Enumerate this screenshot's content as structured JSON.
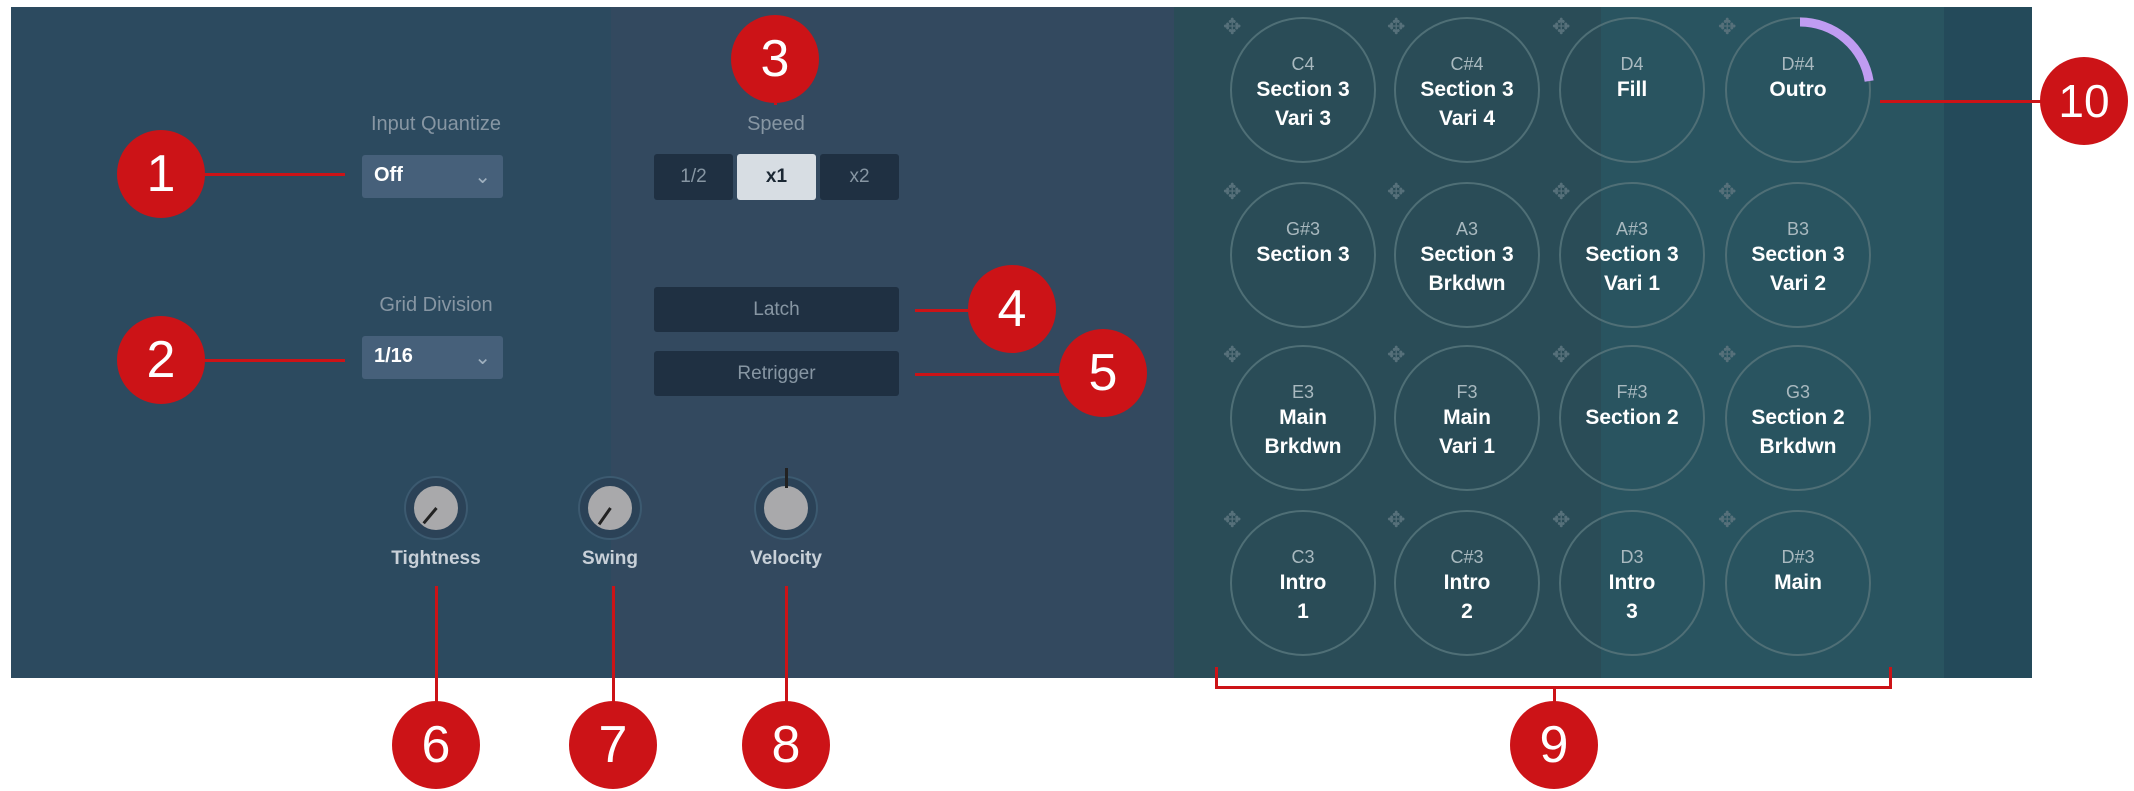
{
  "input_quantize": {
    "label": "Input Quantize",
    "value": "Off"
  },
  "grid_division": {
    "label": "Grid Division",
    "value": "1/16"
  },
  "speed": {
    "label": "Speed",
    "options": [
      "1/2",
      "x1",
      "x2"
    ],
    "selected": "x1"
  },
  "latch_label": "Latch",
  "retrigger_label": "Retrigger",
  "knobs": [
    {
      "label": "Tightness",
      "value": 0.15
    },
    {
      "label": "Swing",
      "value": 0.2
    },
    {
      "label": "Velocity",
      "value": 0.5
    }
  ],
  "pads": [
    {
      "note": "C4",
      "name": "Section 3",
      "sub": "Vari 3"
    },
    {
      "note": "C#4",
      "name": "Section 3",
      "sub": "Vari 4"
    },
    {
      "note": "D4",
      "name": "Fill",
      "sub": ""
    },
    {
      "note": "D#4",
      "name": "Outro",
      "sub": ""
    },
    {
      "note": "G#3",
      "name": "Section 3",
      "sub": ""
    },
    {
      "note": "A3",
      "name": "Section 3",
      "sub": "Brkdwn"
    },
    {
      "note": "A#3",
      "name": "Section 3",
      "sub": "Vari 1"
    },
    {
      "note": "B3",
      "name": "Section 3",
      "sub": "Vari 2"
    },
    {
      "note": "E3",
      "name": "Main",
      "sub": "Brkdwn"
    },
    {
      "note": "F3",
      "name": "Main",
      "sub": "Vari 1"
    },
    {
      "note": "F#3",
      "name": "Section 2",
      "sub": ""
    },
    {
      "note": "G3",
      "name": "Section 2",
      "sub": "Brkdwn"
    },
    {
      "note": "C3",
      "name": "Intro",
      "sub": "1"
    },
    {
      "note": "C#3",
      "name": "Intro",
      "sub": "2"
    },
    {
      "note": "D3",
      "name": "Intro",
      "sub": "3"
    },
    {
      "note": "D#3",
      "name": "Main",
      "sub": ""
    }
  ],
  "playing_pad_progress": 0.25,
  "colors": {
    "progress": "#c09cf2",
    "callout": "#cc1317"
  },
  "callouts": [
    "1",
    "2",
    "3",
    "4",
    "5",
    "6",
    "7",
    "8",
    "9",
    "10"
  ]
}
